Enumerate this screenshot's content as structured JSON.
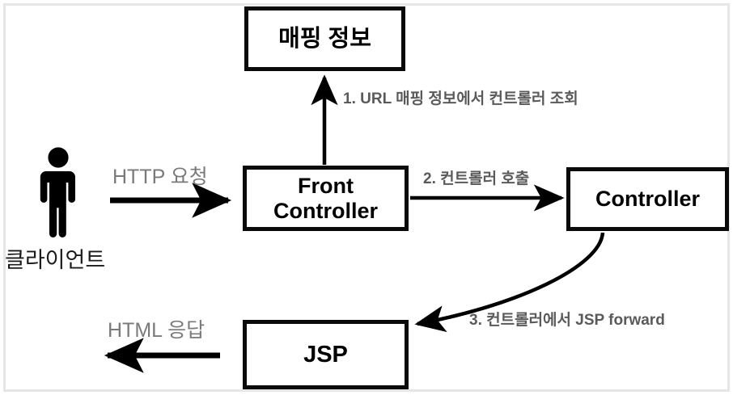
{
  "diagram": {
    "title": "Spring MVC Front Controller flow",
    "colors": {
      "node_border": "#0a0a0a",
      "node_text": "#000000",
      "step_label": "#5a5a5a",
      "light_label": "#7a7a7a",
      "frame": "#e6e6e6",
      "arrow": "#000000",
      "background": "#ffffff"
    },
    "nodes": [
      {
        "id": "mapping",
        "label": "매핑 정보"
      },
      {
        "id": "front_controller",
        "label": "Front\nController"
      },
      {
        "id": "controller",
        "label": "Controller"
      },
      {
        "id": "jsp",
        "label": "JSP"
      }
    ],
    "actor": {
      "label": "클라이언트",
      "icon": "person-icon"
    },
    "edges": [
      {
        "id": "http_request",
        "label": "HTTP 요청",
        "from": "client",
        "to": "front_controller",
        "style": "light"
      },
      {
        "id": "step1",
        "label": "1. URL 매핑 정보에서 컨트롤러 조회",
        "from": "front_controller",
        "to": "mapping",
        "style": "step"
      },
      {
        "id": "step2",
        "label": "2. 컨트롤러 호출",
        "from": "front_controller",
        "to": "controller",
        "style": "step"
      },
      {
        "id": "step3",
        "label": "3. 컨트롤러에서 JSP forward",
        "from": "controller",
        "to": "jsp",
        "style": "step"
      },
      {
        "id": "html_response",
        "label": "HTML 응답",
        "from": "jsp",
        "to": "client",
        "style": "light"
      }
    ]
  }
}
